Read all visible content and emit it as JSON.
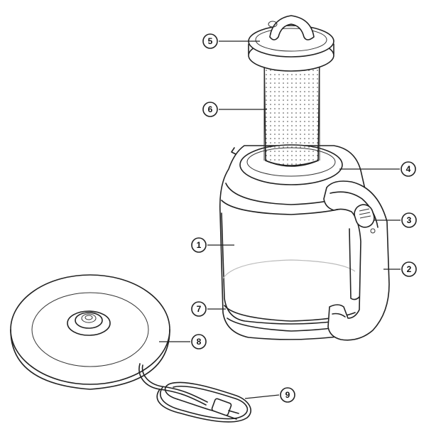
{
  "callouts": [
    {
      "id": "1",
      "label": "1"
    },
    {
      "id": "2",
      "label": "2"
    },
    {
      "id": "3",
      "label": "3"
    },
    {
      "id": "4",
      "label": "4"
    },
    {
      "id": "5",
      "label": "5"
    },
    {
      "id": "6",
      "label": "6"
    },
    {
      "id": "7",
      "label": "7"
    },
    {
      "id": "8",
      "label": "8"
    },
    {
      "id": "9",
      "label": "9"
    }
  ],
  "colors": {
    "line": "#222222",
    "background": "#ffffff",
    "water_line": "#bbbbbb"
  }
}
